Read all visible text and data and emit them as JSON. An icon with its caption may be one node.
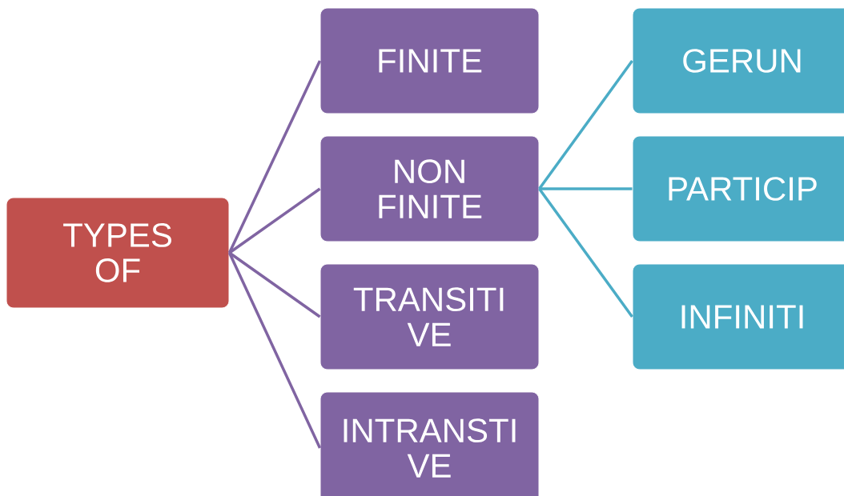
{
  "diagram": {
    "nodes": [
      {
        "text": [
          "TYPES OF"
        ]
      },
      {
        "text": [
          "FINITE"
        ]
      },
      {
        "text": [
          "NON FINITE"
        ]
      },
      {
        "text": [
          "TRANSITI VE"
        ]
      },
      {
        "text": [
          "INTRANSTI VE"
        ]
      },
      {
        "text": [
          "GERUN"
        ]
      },
      {
        "text": [
          "PARTICIP"
        ]
      },
      {
        "text": [
          "INFINITI"
        ]
      }
    ],
    "edges": [
      {
        "from": 0,
        "to": 1,
        "arrow": "none"
      },
      {
        "from": 0,
        "to": 2,
        "arrow": "none"
      },
      {
        "from": 0,
        "to": 3,
        "arrow": "none"
      },
      {
        "from": 0,
        "to": 4,
        "arrow": "none"
      },
      {
        "from": 2,
        "to": 5,
        "arrow": "none",
        "color": "#4bacc6"
      },
      {
        "from": 2,
        "to": 6,
        "arrow": "none",
        "color": "#4bacc6"
      },
      {
        "from": 2,
        "to": 7,
        "arrow": "none",
        "color": "#4bacc6"
      }
    ]
  }
}
